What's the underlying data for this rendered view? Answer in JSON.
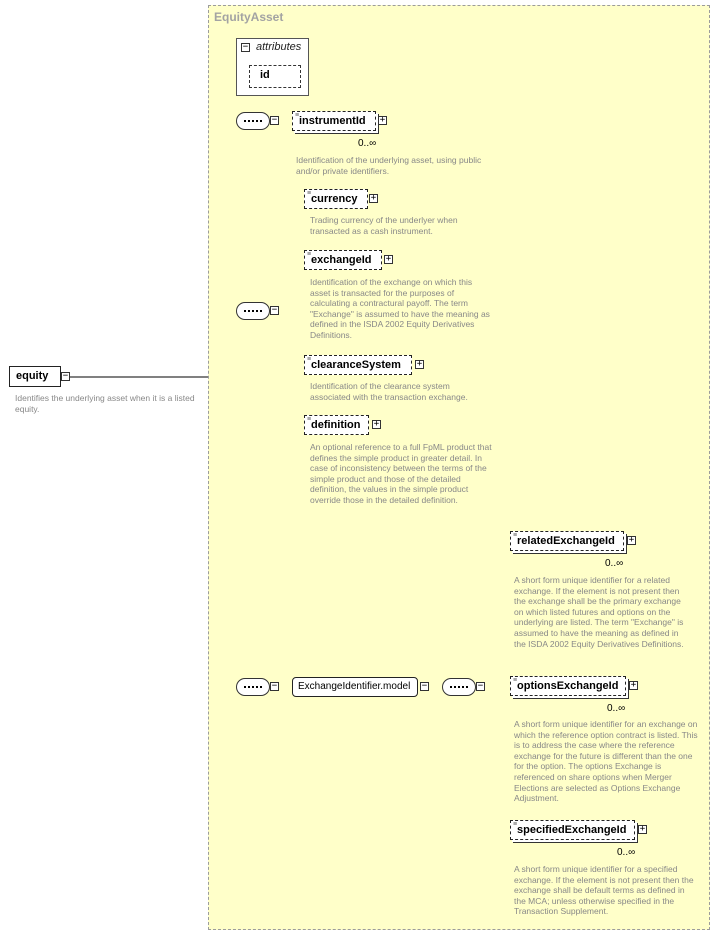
{
  "root": {
    "name": "equity",
    "description": "Identifies the underlying asset when it is a listed equity."
  },
  "container": {
    "title": "EquityAsset",
    "attributes_label": "attributes",
    "attribute_id": "id"
  },
  "elements": {
    "instrumentId": {
      "name": "instrumentId",
      "cardinality": "0..∞",
      "description": "Identification of the underlying asset, using public and/or private identifiers."
    },
    "currency": {
      "name": "currency",
      "description": "Trading currency of the underlyer when transacted as a cash instrument."
    },
    "exchangeId": {
      "name": "exchangeId",
      "description": "Identification of the exchange on which this asset is transacted for the purposes of calculating a contractural payoff. The term \"Exchange\" is assumed to have the meaning as defined in the ISDA 2002 Equity Derivatives Definitions."
    },
    "clearanceSystem": {
      "name": "clearanceSystem",
      "description": "Identification of the clearance system associated with the transaction exchange."
    },
    "definition": {
      "name": "definition",
      "description": "An optional reference to a full FpML product that defines the simple product in greater detail. In case of inconsistency between the terms of the simple product and those of the detailed definition, the values in the simple product override those in the detailed definition."
    },
    "model": {
      "name": "ExchangeIdentifier.model"
    },
    "relatedExchangeId": {
      "name": "relatedExchangeId",
      "cardinality": "0..∞",
      "description": "A short form unique identifier for a related exchange. If the element is not present then the exchange shall be the primary exchange on which listed futures and options on the underlying are listed. The term \"Exchange\" is assumed to have the meaning as defined in the ISDA 2002 Equity Derivatives Definitions."
    },
    "optionsExchangeId": {
      "name": "optionsExchangeId",
      "cardinality": "0..∞",
      "description": "A short form unique identifier for an exchange on which the reference option contract is listed. This is to address the case where the reference exchange for the future is different than the one for the option. The options Exchange is referenced on share options when Merger Elections are selected as Options Exchange Adjustment."
    },
    "specifiedExchangeId": {
      "name": "specifiedExchangeId",
      "cardinality": "0..∞",
      "description": "A short form unique identifier for a specified exchange. If the element is not present then the exchange shall be default terms as defined in the MCA; unless otherwise specified in the Transaction Supplement."
    }
  },
  "icons": {
    "minus": "−",
    "plus": "+"
  }
}
